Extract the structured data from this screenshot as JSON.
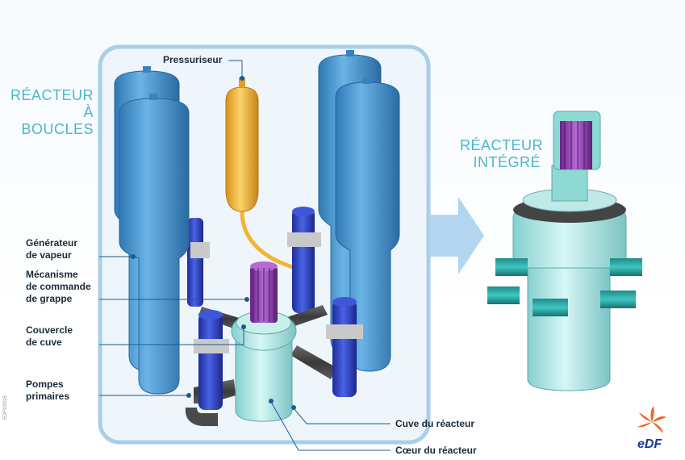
{
  "titles": {
    "loop_reactor": "RÉACTEUR\nÀ BOUCLES",
    "integrated_reactor": "RÉACTEUR\nINTÉGRÉ"
  },
  "labels": {
    "pressurizer": "Pressuriseur",
    "steam_generator": "Générateur\nde vapeur",
    "control_rod_mechanism": "Mécanisme\nde commande\nde grappe",
    "vessel_head": "Couvercle\nde cuve",
    "primary_pumps": "Pompes\nprimaires",
    "reactor_vessel": "Cuve du réacteur",
    "reactor_core": "Cœur du réacteur"
  },
  "credit": "EDF©2015",
  "brand": "eDF",
  "colors": {
    "title": "#4cb6c9",
    "frame": "#a9cfe8",
    "steam_generator": "#3f8fc8",
    "pressurizer": "#f2b531",
    "pump": "#2a3fc0",
    "vessel": "#a9e6e4",
    "rods": "#8f3fb0",
    "pipes": "#4a4a4a",
    "arrow": "#b4d5ef",
    "leader": "#1d5a8c",
    "brand_orange": "#f26522",
    "brand_blue": "#1a3a9c"
  },
  "icons": [
    "right-arrow-icon",
    "edf-swirl-logo"
  ]
}
